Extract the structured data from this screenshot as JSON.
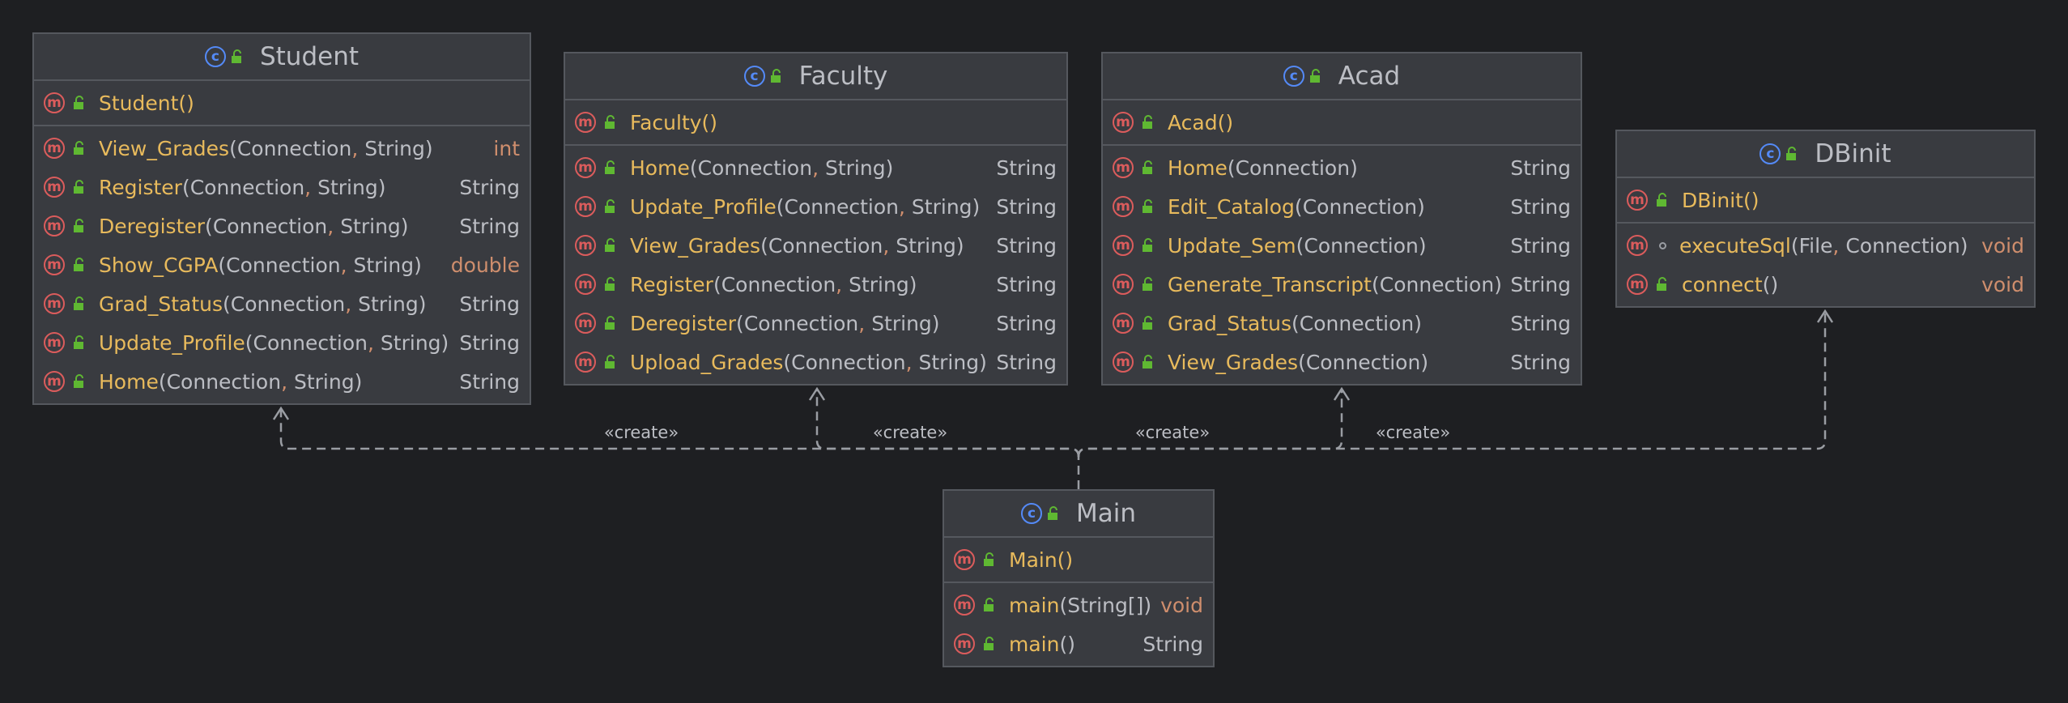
{
  "classes": {
    "student": {
      "name": "Student",
      "constructor": "Student()",
      "methods": [
        {
          "name": "View_Grades",
          "params": [
            "Connection",
            "String"
          ],
          "ret": "int",
          "kw": true
        },
        {
          "name": "Register",
          "params": [
            "Connection",
            "String"
          ],
          "ret": "String",
          "kw": false
        },
        {
          "name": "Deregister",
          "params": [
            "Connection",
            "String"
          ],
          "ret": "String",
          "kw": false
        },
        {
          "name": "Show_CGPA",
          "params": [
            "Connection",
            "String"
          ],
          "ret": "double",
          "kw": true
        },
        {
          "name": "Grad_Status",
          "params": [
            "Connection",
            "String"
          ],
          "ret": "String",
          "kw": false
        },
        {
          "name": "Update_Profile",
          "params": [
            "Connection",
            "String"
          ],
          "ret": "String",
          "kw": false
        },
        {
          "name": "Home",
          "params": [
            "Connection",
            "String"
          ],
          "ret": "String",
          "kw": false
        }
      ]
    },
    "faculty": {
      "name": "Faculty",
      "constructor": "Faculty()",
      "methods": [
        {
          "name": "Home",
          "params": [
            "Connection",
            "String"
          ],
          "ret": "String",
          "kw": false
        },
        {
          "name": "Update_Profile",
          "params": [
            "Connection",
            "String"
          ],
          "ret": "String",
          "kw": false
        },
        {
          "name": "View_Grades",
          "params": [
            "Connection",
            "String"
          ],
          "ret": "String",
          "kw": false
        },
        {
          "name": "Register",
          "params": [
            "Connection",
            "String"
          ],
          "ret": "String",
          "kw": false
        },
        {
          "name": "Deregister",
          "params": [
            "Connection",
            "String"
          ],
          "ret": "String",
          "kw": false
        },
        {
          "name": "Upload_Grades",
          "params": [
            "Connection",
            "String"
          ],
          "ret": "String",
          "kw": false
        }
      ]
    },
    "acad": {
      "name": "Acad",
      "constructor": "Acad()",
      "methods": [
        {
          "name": "Home",
          "params": [
            "Connection"
          ],
          "ret": "String",
          "kw": false
        },
        {
          "name": "Edit_Catalog",
          "params": [
            "Connection"
          ],
          "ret": "String",
          "kw": false
        },
        {
          "name": "Update_Sem",
          "params": [
            "Connection"
          ],
          "ret": "String",
          "kw": false
        },
        {
          "name": "Generate_Transcript",
          "params": [
            "Connection"
          ],
          "ret": "String",
          "kw": false
        },
        {
          "name": "Grad_Status",
          "params": [
            "Connection"
          ],
          "ret": "String",
          "kw": false
        },
        {
          "name": "View_Grades",
          "params": [
            "Connection"
          ],
          "ret": "String",
          "kw": false
        }
      ]
    },
    "dbinit": {
      "name": "DBinit",
      "constructor": "DBinit()",
      "methods": [
        {
          "name": "executeSql",
          "params": [
            "File",
            "Connection"
          ],
          "ret": "void",
          "kw": true,
          "private": true
        },
        {
          "name": "connect",
          "params": [],
          "ret": "void",
          "kw": true
        }
      ]
    },
    "main": {
      "name": "Main",
      "constructor": "Main()",
      "methods": [
        {
          "name": "main",
          "params": [
            "String[]"
          ],
          "ret": "void",
          "kw": true
        },
        {
          "name": "main",
          "params": [],
          "ret": "String",
          "kw": false
        }
      ]
    }
  },
  "edges": [
    {
      "from": "main",
      "to": "student",
      "label": "«create»"
    },
    {
      "from": "main",
      "to": "faculty",
      "label": "«create»"
    },
    {
      "from": "main",
      "to": "acad",
      "label": "«create»"
    },
    {
      "from": "main",
      "to": "dbinit",
      "label": "«create»"
    }
  ],
  "colors": {
    "background": "#1e1f22",
    "box": "#393b40",
    "method_name": "#e8ba5c",
    "keyword": "#cf8e6d",
    "class_icon": "#548af7",
    "method_icon": "#db5c5c",
    "public_icon": "#5fb832"
  }
}
